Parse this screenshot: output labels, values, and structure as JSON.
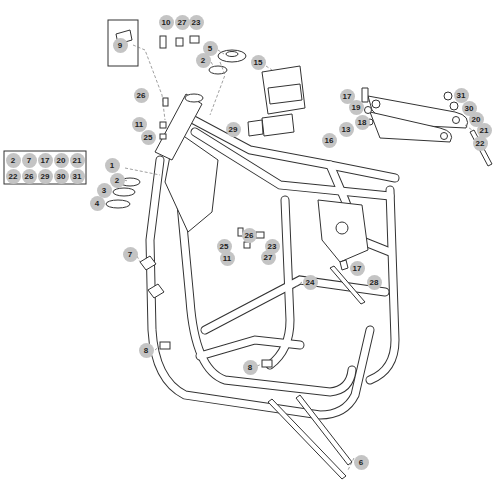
{
  "diagram": {
    "labels": [
      "10",
      "27",
      "23",
      "9",
      "5",
      "2",
      "15",
      "17",
      "31",
      "19",
      "30",
      "20",
      "18",
      "21",
      "26",
      "22",
      "11",
      "13",
      "29",
      "25",
      "16",
      "2",
      "7",
      "17",
      "20",
      "21",
      "1",
      "22",
      "26",
      "29",
      "30",
      "31",
      "2",
      "3",
      "4",
      "26",
      "25",
      "23",
      "11",
      "27",
      "7",
      "17",
      "28",
      "24",
      "8",
      "8",
      "6"
    ]
  }
}
